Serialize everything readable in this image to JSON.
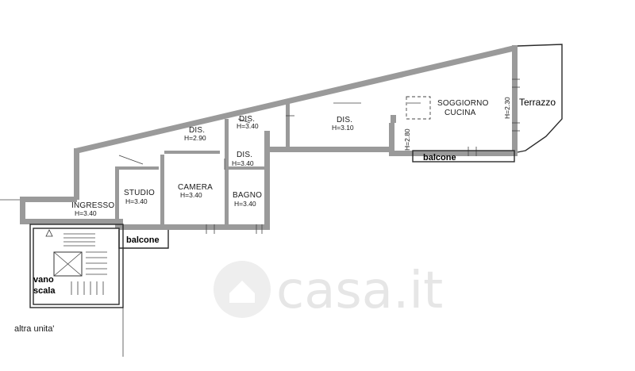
{
  "plan": {
    "rooms": [
      {
        "name": "INGRESSO",
        "height": "H=3.40"
      },
      {
        "name": "STUDIO",
        "height": "H=3.40"
      },
      {
        "name": "CAMERA",
        "height": "H=3.40"
      },
      {
        "name": "BAGNO",
        "height": "H=3.40"
      },
      {
        "name": "DIS.",
        "height": "H=2.90"
      },
      {
        "name": "DIS.",
        "height": "H=3.40"
      },
      {
        "name": "DIS.",
        "height": "H=3.40"
      },
      {
        "name": "DIS.",
        "height": "H=3.10"
      },
      {
        "name": "SOGGIORNO",
        "name2": "CUCINA"
      }
    ],
    "heights_vertical": [
      "H=2.80",
      "H=2.30"
    ],
    "labels": {
      "balcone_left": "balcone",
      "balcone_right": "balcone",
      "terrazzo": "Terrazzo",
      "vano": "vano",
      "scala": "scala",
      "altra_unita": "altra unita'"
    },
    "watermark": "casa.it"
  }
}
